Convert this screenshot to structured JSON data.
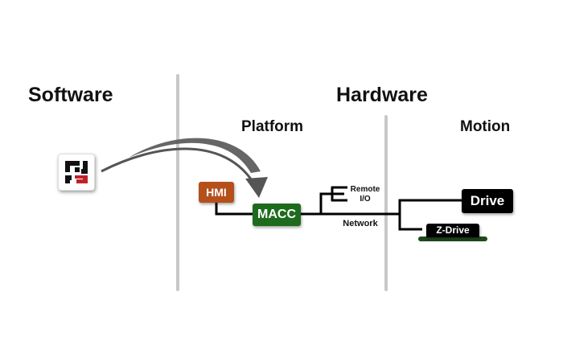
{
  "sections": {
    "software": "Software",
    "hardware": "Hardware",
    "platform": "Platform",
    "motion": "Motion"
  },
  "nodes": {
    "hmi": {
      "label": "HMI",
      "color": "#b5501a"
    },
    "macc": {
      "label": "MACC",
      "color": "#1e6b1e"
    },
    "drive": {
      "label": "Drive",
      "color": "#000000"
    },
    "z_drive": {
      "label": "Z-Drive",
      "color": "#000000",
      "base_color": "#1e4a1e"
    }
  },
  "labels": {
    "remote_io_line1": "Remote",
    "remote_io_line2": "I/O",
    "network": "Network"
  },
  "icons": {
    "software_logo": "software-logo-icon",
    "deploy_arrow": "curved-arrow-icon"
  },
  "colors": {
    "divider": "#c8c8c8",
    "arrow": "#555555",
    "wire": "#000000"
  }
}
